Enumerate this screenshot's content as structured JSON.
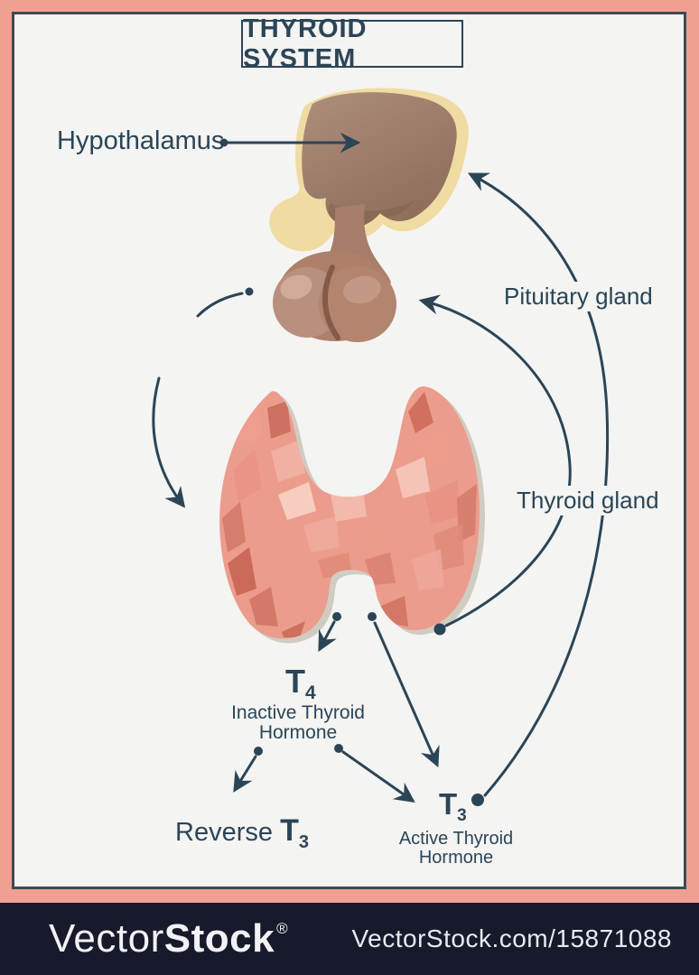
{
  "title": "THYROID SYSTEM",
  "diagram": {
    "labels": {
      "hypothalamus": "Hypothalamus",
      "pituitary_gland": "Pituitary gland",
      "thyroid_gland": "Thyroid gland"
    },
    "hormones": {
      "t4": {
        "symbol": "T",
        "subscript": "4",
        "description_line1": "Inactive Thyroid",
        "description_line2": "Hormone"
      },
      "t3": {
        "symbol": "T",
        "subscript": "3",
        "description_line1": "Active Thyroid",
        "description_line2": "Hormone"
      },
      "reverse_t3": {
        "prefix": "Reverse",
        "symbol": "T",
        "subscript": "3"
      }
    },
    "arrows": {
      "hypothalamus_pointer": "dot-line-right-arrow",
      "hypothalamus_to_pituitary_link": "short-arc-ending-in-dot",
      "pituitary_to_thyroid_arrow": "curved-down-arrow",
      "thyroid_to_pituitary_feedback": "long-curved-arrow-from-dot",
      "t3_to_hypothalamus_feedback": "long-curved-arrow-from-dot",
      "thyroid_to_t4_arrow": "dot-line-arrow",
      "thyroid_to_t3_arrow": "dot-line-arrow",
      "t4_to_reverse_t3_arrow": "dot-line-arrow",
      "t4_to_t3_arrow": "dot-line-arrow"
    }
  },
  "watermark": {
    "brand_light": "Vector",
    "brand_bold": "Stock",
    "registered_mark": "®",
    "credit": "VectorStock.com/15871088"
  },
  "colors": {
    "ink": "#2b4557",
    "frame_pink": "#efa093",
    "canvas": "#f4f4f2",
    "frame_border": "#3d4b52",
    "watermark_bar": "#171a2b",
    "watermark_text": "#f2f2f6",
    "hypothalamus_cream": "#f0dba3",
    "hypothalamus_brown": "#a3836e",
    "pituitary_brown": "#b3856f",
    "thyroid_pink": "#ec9c8c",
    "thyroid_light": "#f7cdbf",
    "thyroid_dark": "#c4604f"
  }
}
